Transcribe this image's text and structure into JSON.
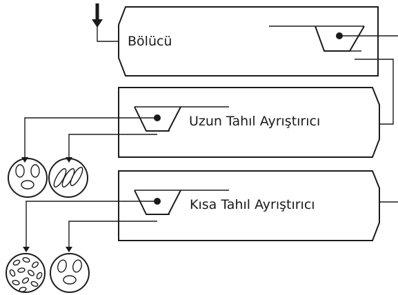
{
  "stages": [
    {
      "id": "divider",
      "label": "Bölücü"
    },
    {
      "id": "long-grain",
      "label": "Uzun Tahıl Ayrıştırıcı"
    },
    {
      "id": "short-grain",
      "label": "Kısa Tahıl Ayrıştırıcı"
    }
  ],
  "colors": {
    "line": "#1a1a1a",
    "background": "#ffffff"
  }
}
